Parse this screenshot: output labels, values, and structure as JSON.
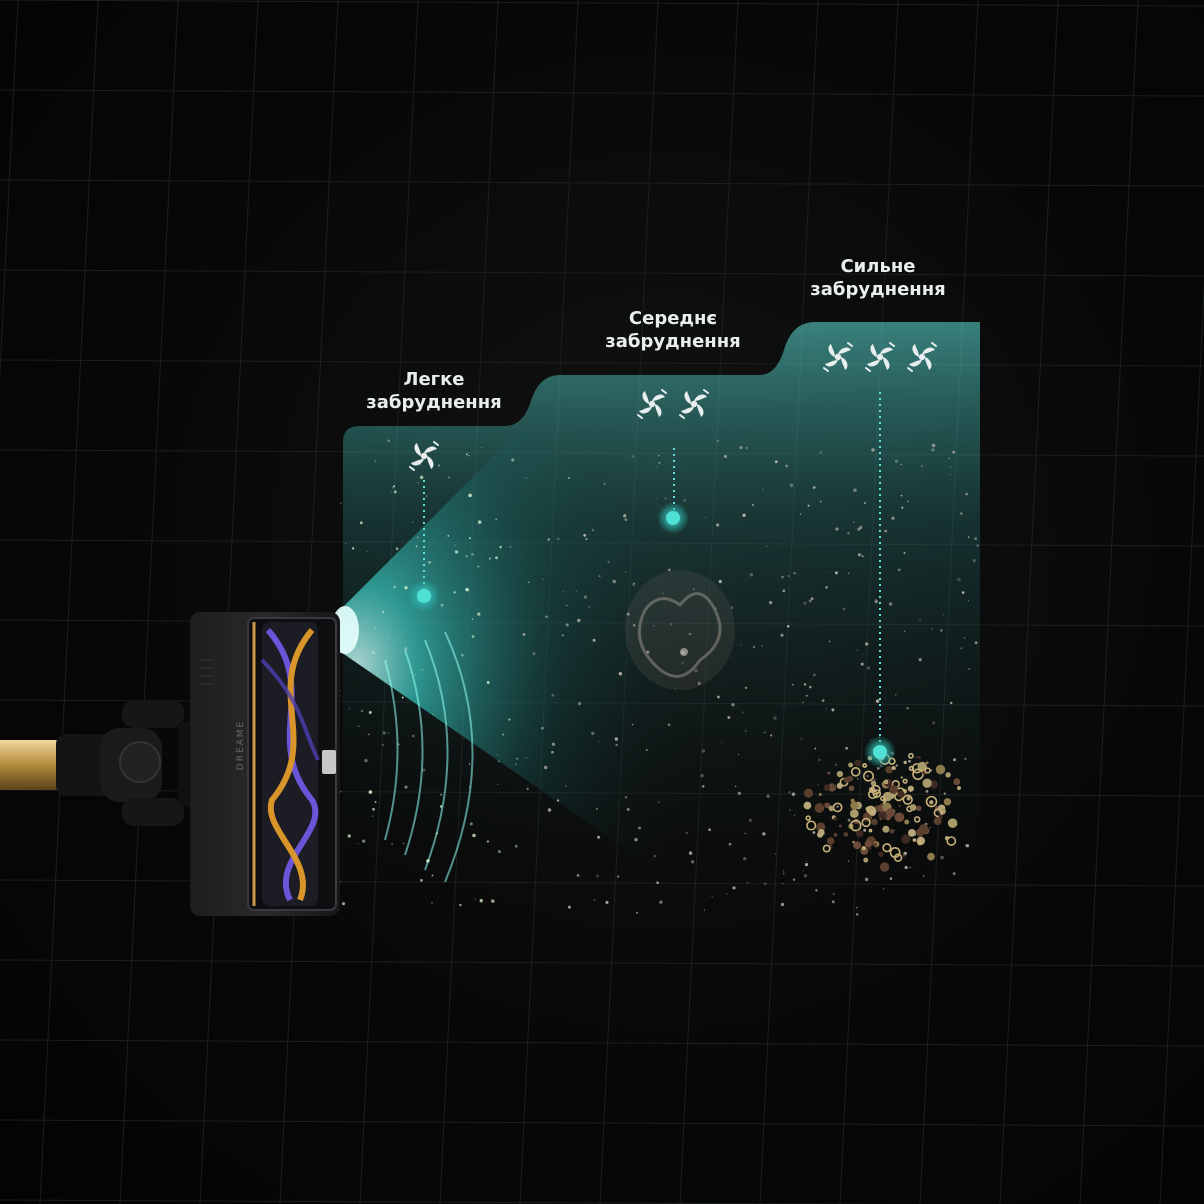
{
  "levels": [
    {
      "line1": "Легке",
      "line2": "забруднення",
      "fans": 1
    },
    {
      "line1": "Середнє",
      "line2": "забруднення",
      "fans": 2
    },
    {
      "line1": "Сильне",
      "line2": "забруднення",
      "fans": 3
    }
  ],
  "device": {
    "brand": "DREAME"
  },
  "colors": {
    "accent": "#5fe0d8",
    "background": "#060606"
  }
}
